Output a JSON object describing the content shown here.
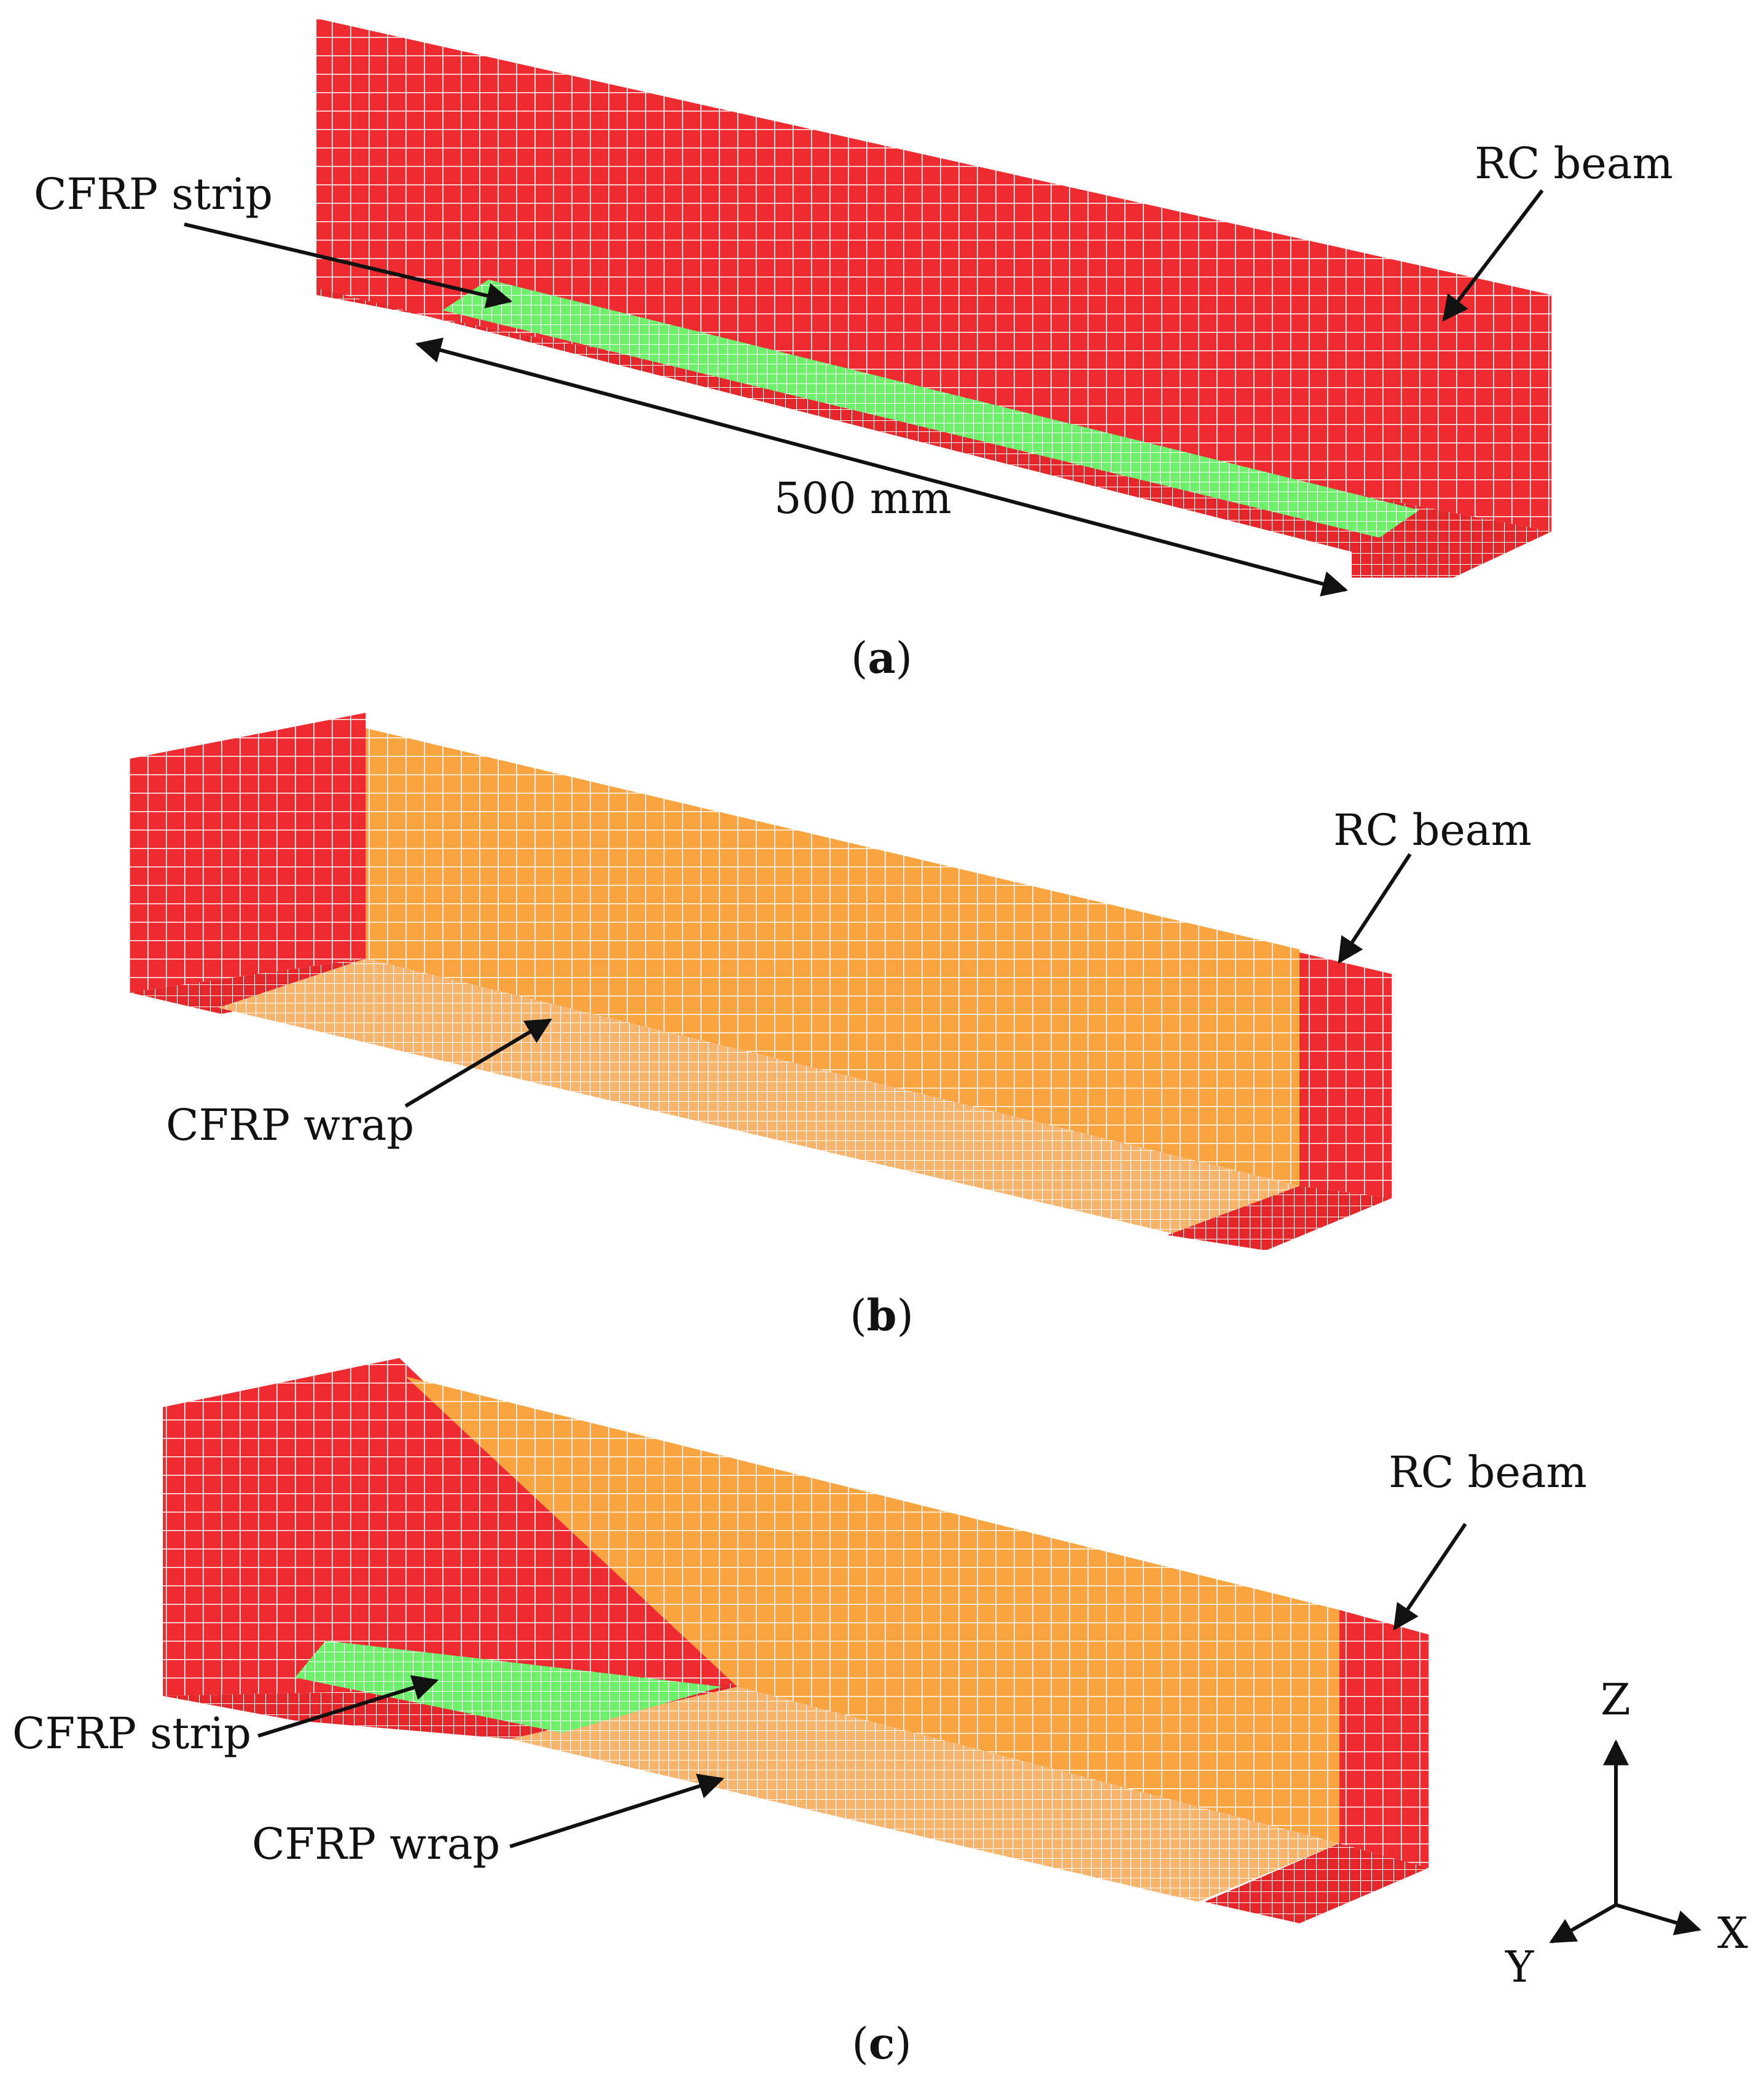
{
  "colors": {
    "beam": "#ee2b31",
    "beam_dark": "#d41f26",
    "strip": "#6df06a",
    "wrap": "#f7a441",
    "wrap_light": "#fbc591",
    "text": "#111111"
  },
  "panels": {
    "a": {
      "caption_letter": "a",
      "label_strip": "CFRP strip",
      "label_beam": "RC beam",
      "dimension": "500 mm"
    },
    "b": {
      "caption_letter": "b",
      "label_beam": "RC beam",
      "label_wrap": "CFRP wrap"
    },
    "c": {
      "caption_letter": "c",
      "label_beam": "RC beam",
      "label_strip": "CFRP strip",
      "label_wrap": "CFRP wrap"
    }
  },
  "axes": {
    "z": "Z",
    "y": "Y",
    "x": "X"
  },
  "captions": {
    "open": "(",
    "close": ")"
  }
}
